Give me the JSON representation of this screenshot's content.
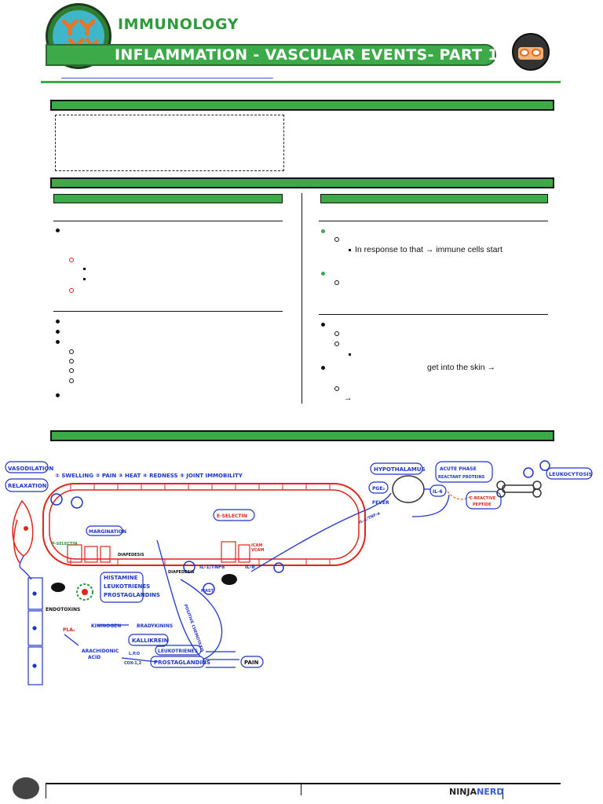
{
  "header": {
    "subject": "IMMUNOLOGY",
    "title": "INFLAMMATION - VASCULAR EVENTS- PART 1"
  },
  "right_column": {
    "line1": "In response to that → immune cells start",
    "line2": "get into the skin →",
    "line3": "→"
  },
  "diagram": {
    "labels": {
      "vasodilation": "VASODILATION",
      "relaxation": "RELAXATION",
      "signs": "① SWELLING ② PAIN ③ HEAT ④ REDNESS ⑤ JOINT IMMOBILITY",
      "margination": "MARGINATION",
      "p_selectin": "P-SELECTIN",
      "diapedesis1": "DIAPEDESIS",
      "diapedesis2": "DIAPEDESIS",
      "e_selectin": "E-SELECTIN",
      "icam": "ICAM",
      "vcam": "VCAM",
      "histamine": "HISTAMINE",
      "leukotrienes1": "LEUKOTRIENES",
      "prostaglandins1": "PROSTAGLANDINS",
      "il1_tnfa": "IL-1/TNFα",
      "il8": "IL-8",
      "endotoxins": "ENDOTOXINS",
      "kininogen": "KININOGEN",
      "bradykinins": "BRADYKININS",
      "kallikrein": "KALLIKREIN",
      "pla2": "PLA₂",
      "arachidonic": "ARACHIDONIC",
      "acid": "ACID",
      "lpo": "L.P.O",
      "cox": "COX-1,2",
      "leukotrienes2": "LEUKOTRIENES",
      "prostaglandins2": "PROSTAGLANDINS",
      "pain": "PAIN",
      "chemotaxis": "POSITIVE CHEMOTAXIS",
      "hypothalamus": "HYPOTHALAMUS",
      "pge2": "PGE₂",
      "fever": "FEVER",
      "il6": "IL-6",
      "il1_tnf_right": "IL-1/TNF-α",
      "acute_phase1": "ACUTE PHASE",
      "acute_phase2": "REACTANT PROTEINS",
      "crp1": "C-REACTIVE",
      "crp2": "PEPTIDE",
      "leukocytosis": "LEUKOCYTOSIS",
      "mast": "MAST"
    }
  },
  "footer": {
    "brand_a": "NINJA",
    "brand_b": "NERD"
  },
  "colors": {
    "green": "#3caa49",
    "diagram_blue": "#1e35c8",
    "vessel_red": "#e0251c"
  }
}
